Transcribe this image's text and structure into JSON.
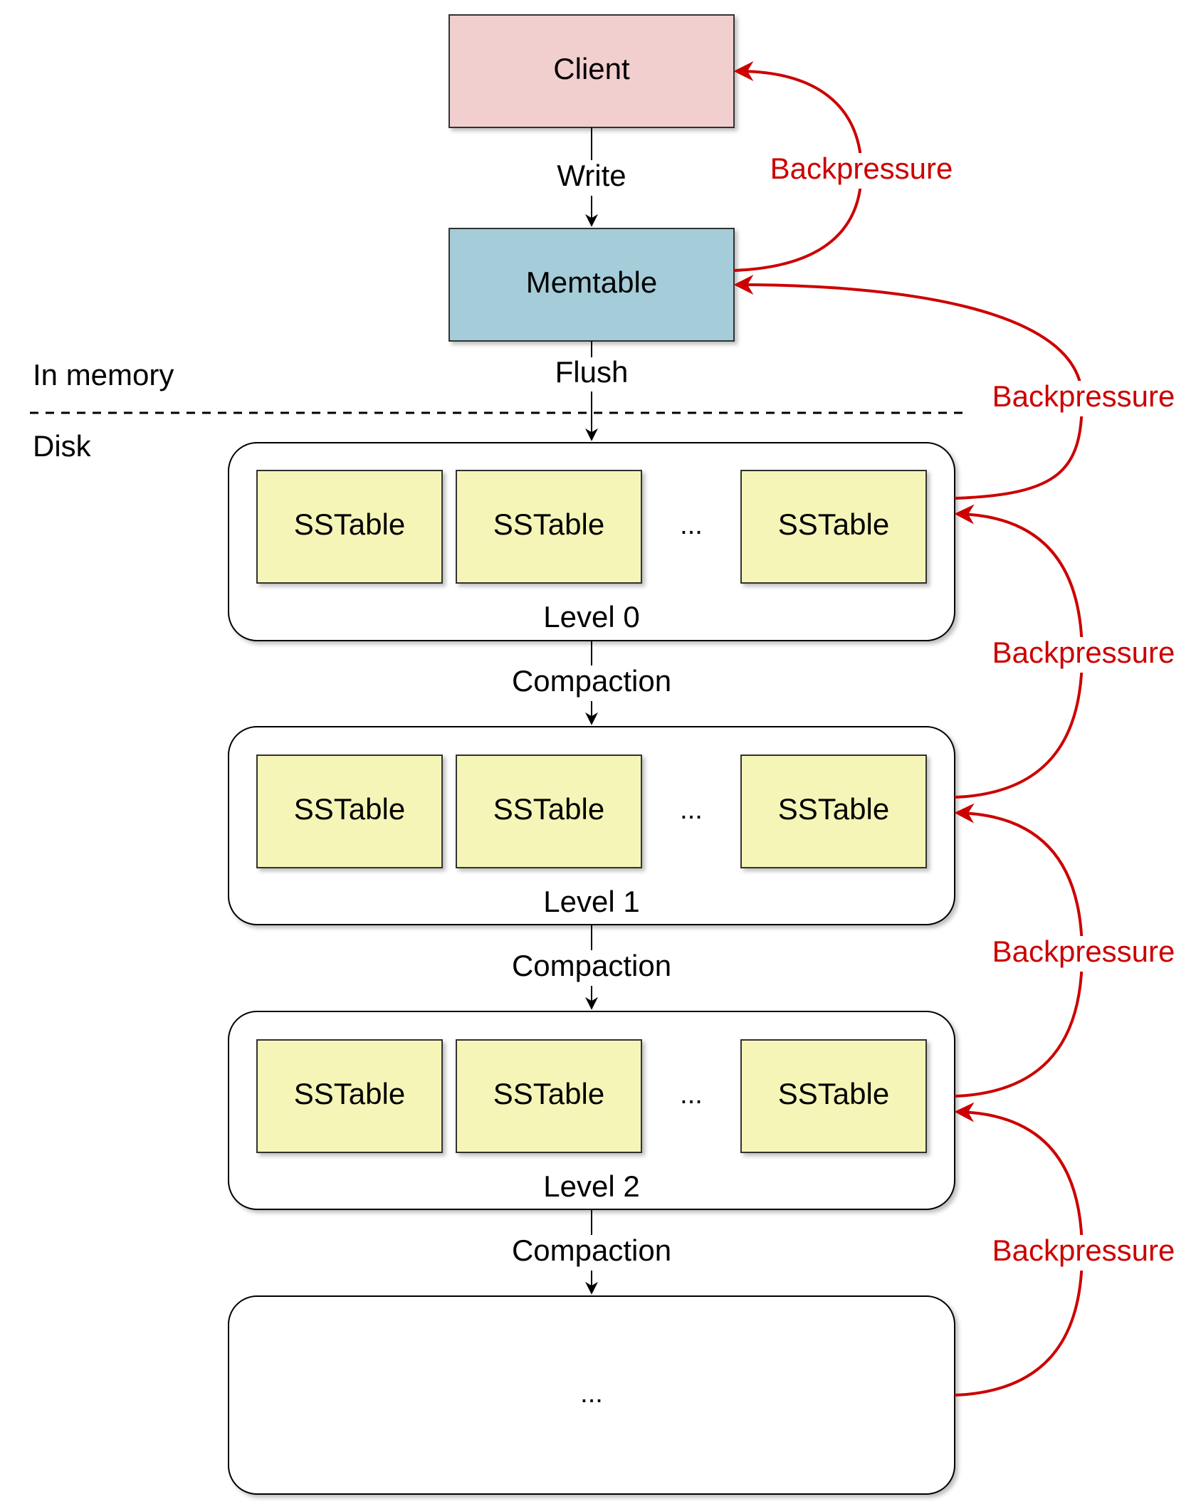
{
  "nodes": {
    "client": "Client",
    "memtable": "Memtable",
    "sstable": "SSTable",
    "ellipsis": "...",
    "levels": [
      "Level 0",
      "Level 1",
      "Level 2"
    ],
    "bottom_level": "..."
  },
  "edges": {
    "write": "Write",
    "flush": "Flush",
    "compaction": "Compaction",
    "backpressure": "Backpressure"
  },
  "regions": {
    "in_memory": "In memory",
    "disk": "Disk"
  },
  "colors": {
    "client_fill": "#f2cfcf",
    "memtable_fill": "#a5ccd9",
    "sstable_fill": "#f5f5b8",
    "backpressure": "#cc0000",
    "stroke": "#333333"
  }
}
